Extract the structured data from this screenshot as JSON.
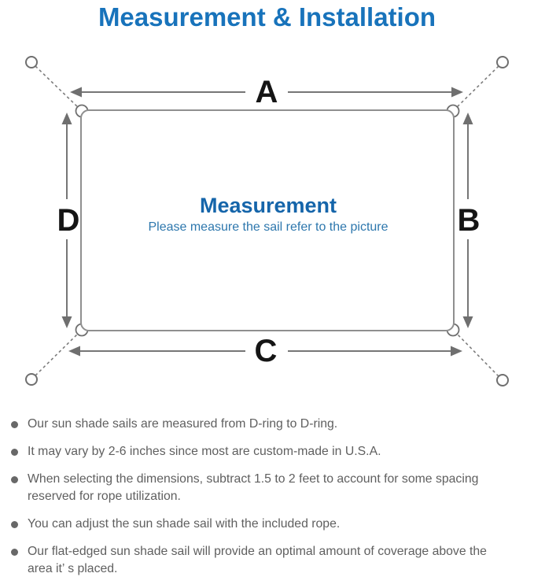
{
  "title": "Measurement & Installation",
  "diagram": {
    "labels": {
      "top": "A",
      "right": "B",
      "bottom": "C",
      "left": "D"
    },
    "center_heading": "Measurement",
    "center_subtitle": "Please measure the sail refer to the picture"
  },
  "notes": [
    "Our sun shade sails are measured from D-ring to D-ring.",
    "It may vary by 2-6 inches since most are custom-made in U.S.A.",
    "When selecting the dimensions, subtract 1.5 to 2 feet to account for some spacing reserved for rope utilization.",
    "You can adjust the sun shade sail with the included rope.",
    "Our flat-edged sun shade sail will provide an optimal amount of coverage above the area it’ s placed."
  ],
  "colors": {
    "title_blue": "#1873BB",
    "center_heading_blue": "#1565AA",
    "center_subtitle_blue": "#2D77AD",
    "sail_outline_gray": "#8F8F8F",
    "arrow_gray": "#6F6F6F",
    "dimension_label_black": "#151515",
    "note_text_gray": "#5F5F5F"
  }
}
